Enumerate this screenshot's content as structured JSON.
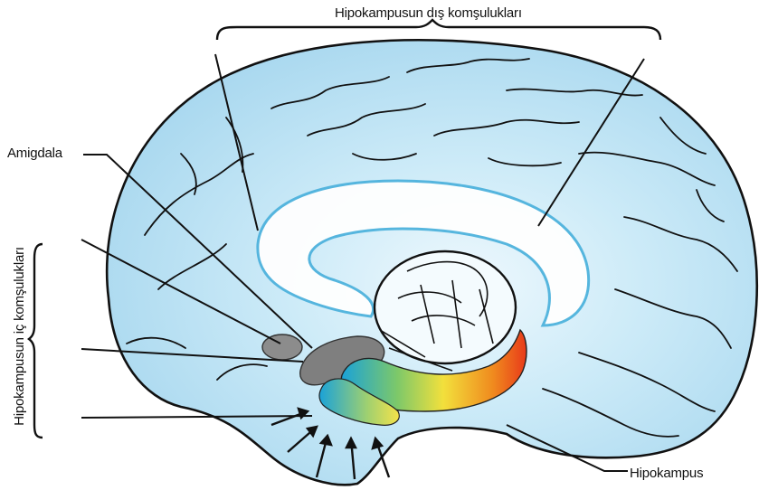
{
  "labels": {
    "outer_neighbors": "Hipokampusun dış komşulukları",
    "amygdala": "Amigdala",
    "inner_neighbors": "Hipokampusun iç komşulukları",
    "hippocampus": "Hipokampus"
  },
  "colors": {
    "brain_fill": "#a9d8ef",
    "brain_light": "#eef8fd",
    "outline": "#111111",
    "amygdala_fill": "#8c8c8c",
    "hippocampus_gradient": [
      "#1aa2d8",
      "#7cc86a",
      "#f2e03c",
      "#f08a1e",
      "#e83a1a"
    ]
  }
}
